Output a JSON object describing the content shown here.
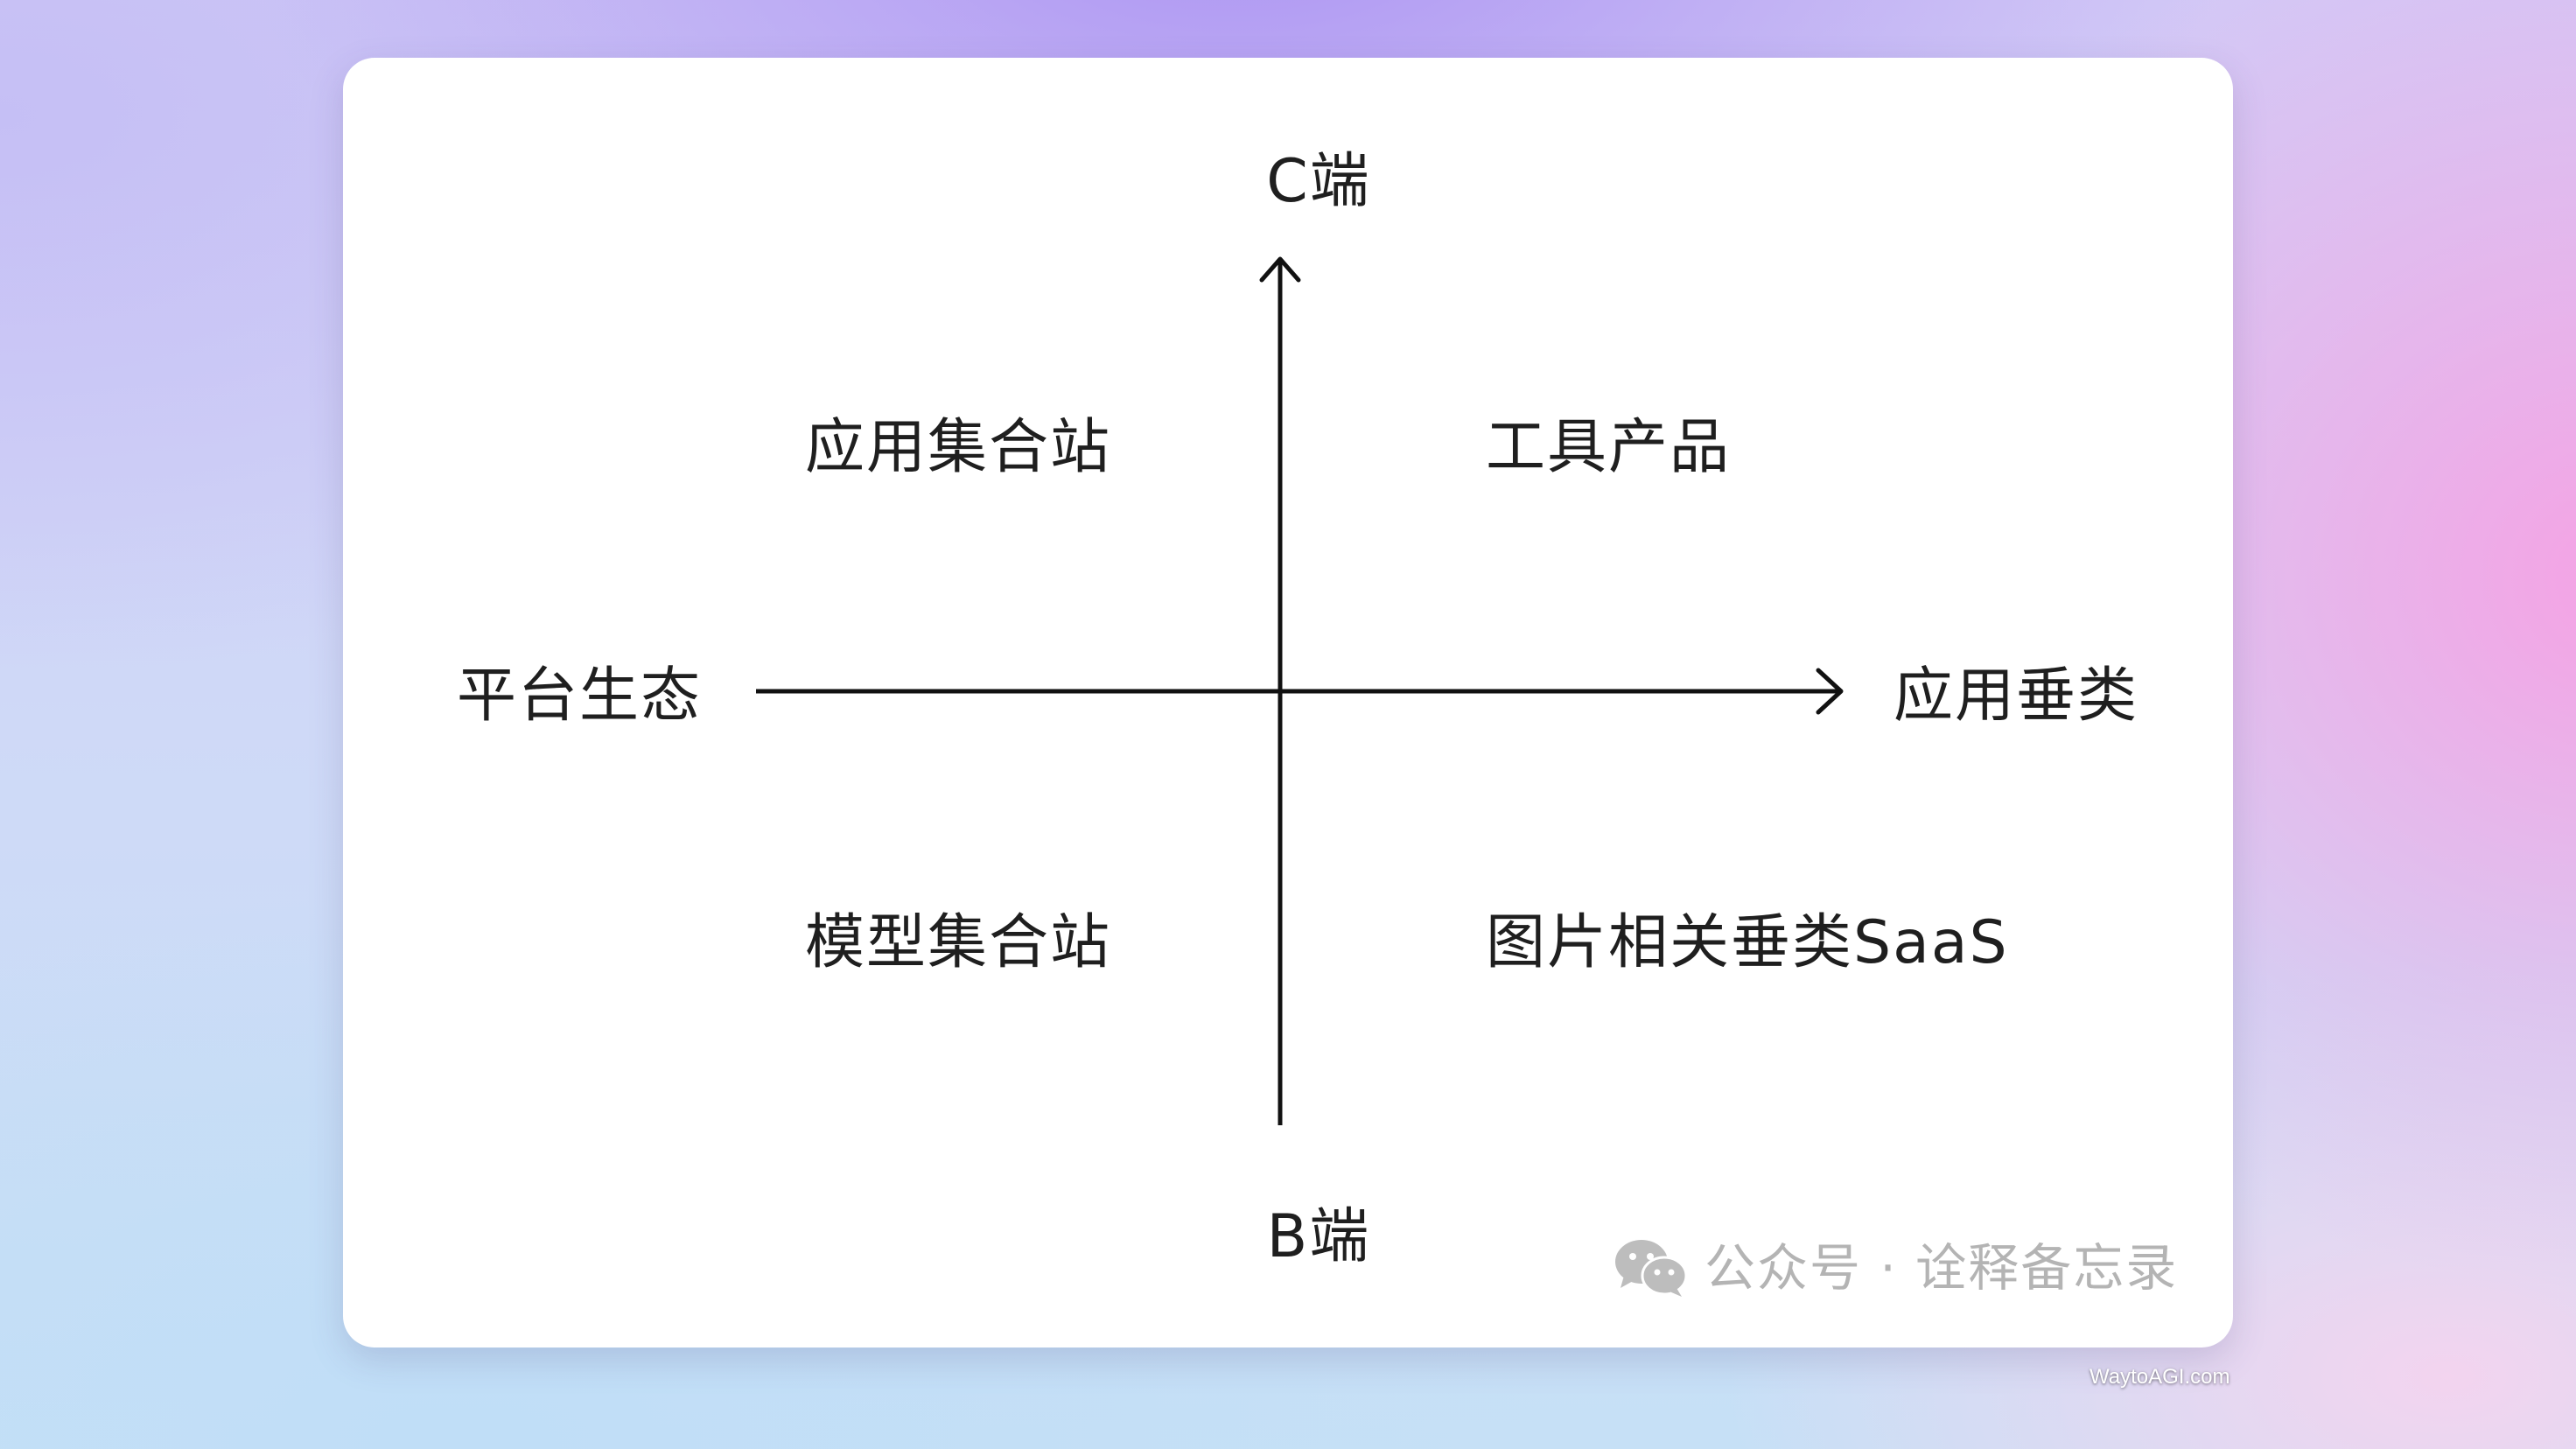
{
  "diagram": {
    "axis_top": "C端",
    "axis_bottom": "B端",
    "axis_left": "平台生态",
    "axis_right": "应用垂类",
    "quadrants": {
      "top_left": "应用集合站",
      "top_right": "工具产品",
      "bottom_left": "模型集合站",
      "bottom_right": "图片相关垂类SaaS"
    },
    "line_color": "#111111"
  },
  "watermark": {
    "icon": "wechat-icon",
    "text": "公众号 · 诠释备忘录"
  },
  "site_mark": "WaytoAGI.com"
}
